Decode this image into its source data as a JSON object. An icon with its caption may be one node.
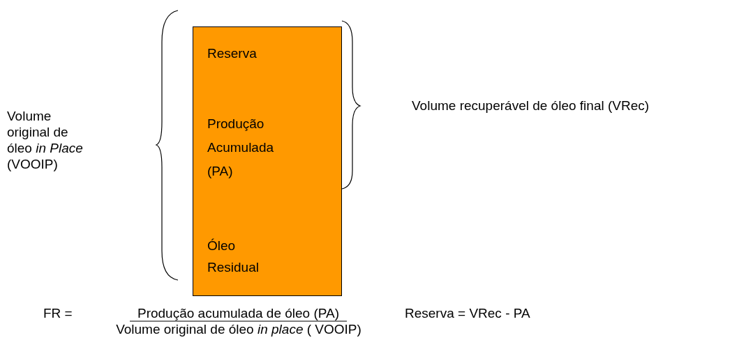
{
  "diagram": {
    "nodes": [
      {
        "text": [],
        "shape": "bar"
      },
      {
        "text": [
          "Reserva"
        ],
        "in": 0
      },
      {
        "text": [
          "Produção Acumulada (PA)"
        ],
        "in": 0
      },
      {
        "text": [
          "Óleo Residual"
        ],
        "in": 0
      }
    ],
    "labels": [
      "Volume original de óleo *in Place* (VOOIP)",
      "Volume recuperável de óleo final (VRec)",
      "FR =",
      "Produção acumulada de óleo (PA)",
      "Volume original de óleo *in place* ( VOOIP)",
      "Reserva = VRec - PA"
    ]
  }
}
